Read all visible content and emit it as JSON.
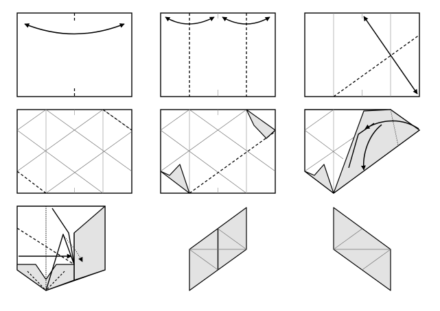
{
  "diagram": {
    "steps": [
      {
        "id": 1,
        "action": "fold-in-half-and-unfold"
      },
      {
        "id": 2,
        "action": "fold-edges-to-center-and-unfold"
      },
      {
        "id": 3,
        "action": "fold-corner-to-corner-and-unfold"
      },
      {
        "id": 4,
        "action": "precreased-diagonal-grid"
      },
      {
        "id": 5,
        "action": "fold-corners-in"
      },
      {
        "id": 6,
        "action": "collapse-along-creases"
      },
      {
        "id": 7,
        "action": "fold-flap-across"
      },
      {
        "id": 8,
        "action": "result-front"
      },
      {
        "id": 9,
        "action": "result-back"
      }
    ],
    "colors": {
      "paper": "#ffffff",
      "shaded": "#e3e3e3",
      "line": "#000000",
      "crease": "#8a8a8a"
    }
  }
}
